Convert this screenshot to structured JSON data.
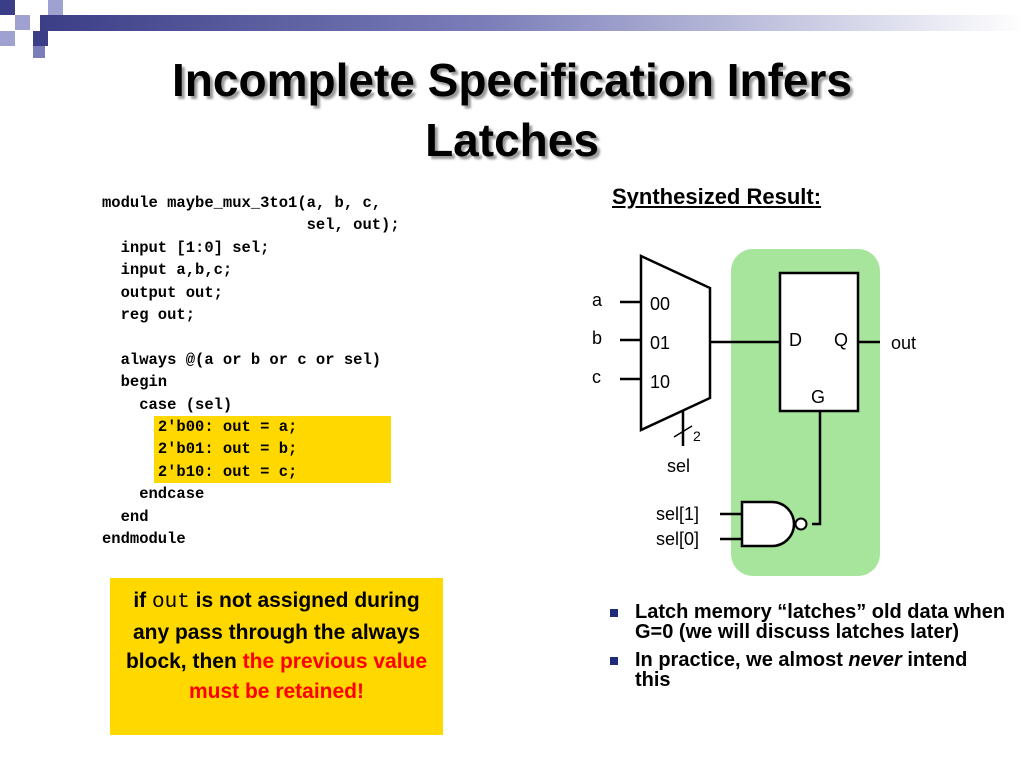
{
  "colors": {
    "accent": "#3b3e86",
    "highlight": "#ffd800",
    "diagram_background": "#a6e59b",
    "emphasis": "#ff0000"
  },
  "title": {
    "line1": "Incomplete Specification Infers",
    "line2": "Latches"
  },
  "code": {
    "before": [
      "module maybe_mux_3to1(a, b, c,",
      "                      sel, out);",
      "  input [1:0] sel;",
      "  input a,b,c;",
      "  output out;",
      "  reg out;",
      "",
      "  always @(a or b or c or sel)",
      "  begin",
      "    case (sel)"
    ],
    "highlighted": [
      "2'b00: out = a;",
      "2'b01: out = b;",
      "2'b10: out = c;"
    ],
    "after": [
      "    endcase",
      "  end",
      "endmodule"
    ]
  },
  "note": {
    "prefix": "if ",
    "keyword": "out",
    "middle": " is not assigned during any pass through the always block, then ",
    "emphasis": "the previous value must be retained!"
  },
  "result_title": "Synthesized Result:",
  "diagram": {
    "inputs": [
      "a",
      "b",
      "c"
    ],
    "mux_inputs": [
      "00",
      "01",
      "10"
    ],
    "bus_width": "2",
    "select": "sel",
    "latch_d": "D",
    "latch_q": "Q",
    "latch_g": "G",
    "output": "out",
    "gate_inputs": [
      "sel[1]",
      "sel[0]"
    ]
  },
  "bullets": [
    {
      "text": "Latch memory “latches” old data when G=0 (we will discuss latches later)"
    },
    {
      "before": "In practice, we almost ",
      "italic": "never",
      "after": " intend this"
    }
  ]
}
